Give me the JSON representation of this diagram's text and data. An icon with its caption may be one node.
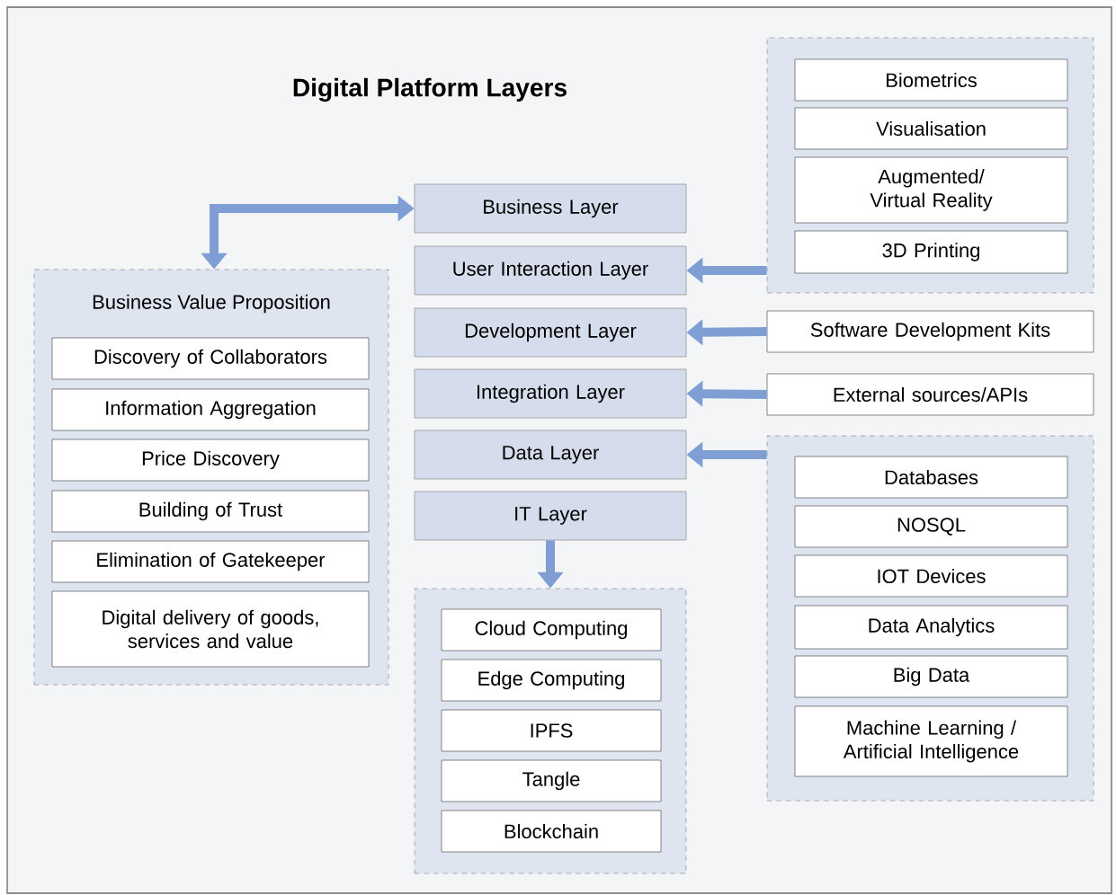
{
  "diagram": {
    "title": "Digital Platform Layers",
    "nodes": [
      {
        "text": [
          "Business Value Proposition"
        ]
      },
      {
        "text": [
          "Discovery of Collaborators"
        ],
        "in": 0
      },
      {
        "text": [
          "Information Aggregation"
        ],
        "in": 0
      },
      {
        "text": [
          "Price Discovery"
        ],
        "in": 0
      },
      {
        "text": [
          "Building of Trust"
        ],
        "in": 0
      },
      {
        "text": [
          "Elimination of Gatekeeper"
        ],
        "in": 0
      },
      {
        "text": [
          "Digital delivery of goods, services and value"
        ],
        "in": 0
      },
      {
        "text": [
          "Business Layer"
        ]
      },
      {
        "text": [
          "User Interaction Layer"
        ]
      },
      {
        "text": [
          "Development Layer"
        ]
      },
      {
        "text": [
          "Integration Layer"
        ]
      },
      {
        "text": [
          "Data Layer"
        ]
      },
      {
        "text": [
          "IT Layer"
        ]
      },
      {
        "text": [],
        "shape": "box"
      },
      {
        "text": [
          "Biometrics"
        ],
        "in": 13
      },
      {
        "text": [
          "Visualisation"
        ],
        "in": 13
      },
      {
        "text": [
          "Augmented/ Virtual Reality"
        ],
        "in": 13
      },
      {
        "text": [
          "3D Printing"
        ],
        "in": 13
      },
      {
        "text": [
          "Software Development Kits"
        ]
      },
      {
        "text": [
          "External sources/APIs"
        ]
      },
      {
        "text": [],
        "shape": "box"
      },
      {
        "text": [
          "Databases"
        ],
        "in": 20
      },
      {
        "text": [
          "NOSQL"
        ],
        "in": 20
      },
      {
        "text": [
          "IOT Devices"
        ],
        "in": 20
      },
      {
        "text": [
          "Data Analytics"
        ],
        "in": 20
      },
      {
        "text": [
          "Big Data"
        ],
        "in": 20
      },
      {
        "text": [
          "Machine Learning / Artificial Intelligence"
        ],
        "in": 20
      },
      {
        "text": [],
        "shape": "box"
      },
      {
        "text": [
          "Cloud Computing"
        ],
        "in": 27
      },
      {
        "text": [
          "Edge Computing"
        ],
        "in": 27
      },
      {
        "text": [
          "IPFS"
        ],
        "in": 27
      },
      {
        "text": [
          "Tangle"
        ],
        "in": 27
      },
      {
        "text": [
          "Blockchain"
        ],
        "in": 27
      }
    ],
    "edges": [
      {
        "from": 0,
        "to": 7,
        "arrow": "both"
      },
      {
        "from": 13,
        "to": 8,
        "arrow": "to"
      },
      {
        "from": 18,
        "to": 9,
        "arrow": "to"
      },
      {
        "from": 19,
        "to": 10,
        "arrow": "to"
      },
      {
        "from": 20,
        "to": 11,
        "arrow": "to"
      },
      {
        "from": 12,
        "to": 27,
        "arrow": "to"
      }
    ]
  }
}
